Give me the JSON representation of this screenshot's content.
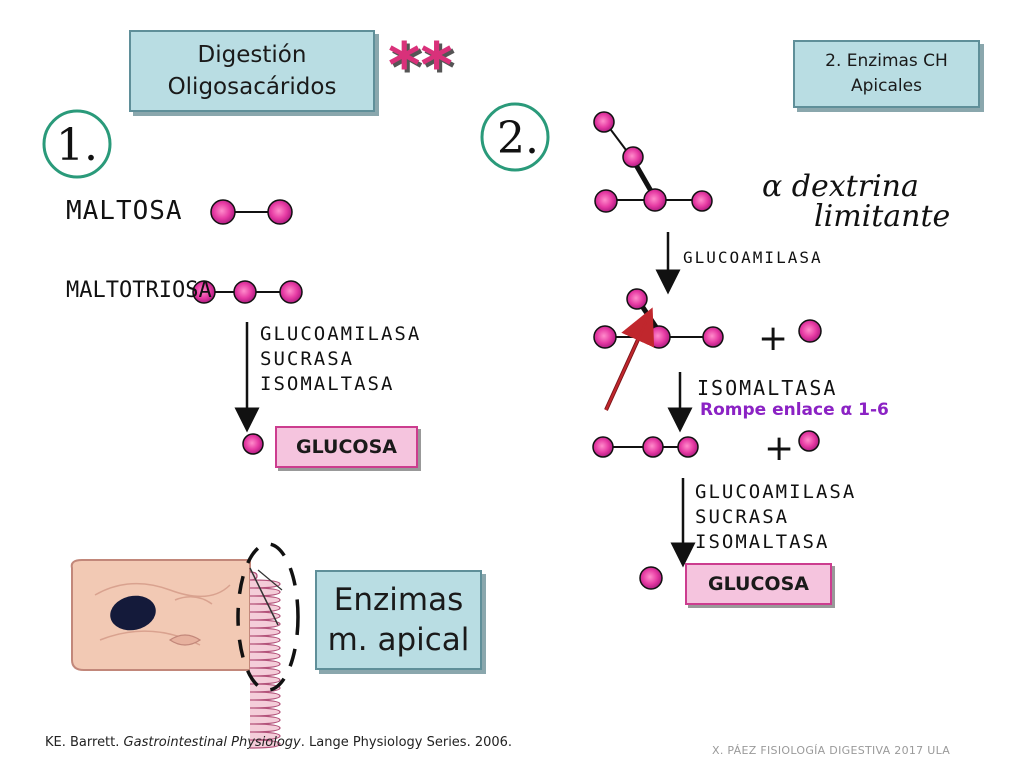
{
  "title": {
    "line1": "Digestión",
    "line2": "Oligosacáridos"
  },
  "stars": "**",
  "section1": {
    "number": "1.",
    "maltosa": "MALTOSA",
    "maltotriosa": "MALTOTRIOSA",
    "enzymes": [
      "GLUCOAMILASA",
      "SUCRASA",
      "ISOMALTASA"
    ],
    "product": "GLUCOSA"
  },
  "section2": {
    "number": "2.",
    "header": {
      "line1": "2. Enzimas CH",
      "line2": "Apicales"
    },
    "substrate": {
      "line1": "α dextrina",
      "line2": "limitante"
    },
    "enzyme_step1": "GLUCOAMILASA",
    "plus": "+",
    "enzyme_step2": "ISOMALTASA",
    "enzyme_step2_note": "Rompe enlace α 1-6",
    "enzymes_step3": [
      "GLUCOAMILASA",
      "SUCRASA",
      "ISOMALTASA"
    ],
    "product": "GLUCOSA"
  },
  "cell_label": {
    "line1": "Enzimas",
    "line2": "m. apical"
  },
  "reference": {
    "authors": "KE. Barrett.",
    "book": "Gastrointestinal Physiology",
    "rest": ". Lange Physiology Series. 2006."
  },
  "footer": "X. PÁEZ   FISIOLOGÍA DIGESTIVA 2017  ULA",
  "colors": {
    "title_box": "#b9dde3",
    "label_box_pink": "#f5c4de",
    "glucose_bead": "#e63aa3",
    "arrow_red": "#c0272d",
    "note_purple": "#8b22c4",
    "cell_body": "#f2c9b4"
  }
}
